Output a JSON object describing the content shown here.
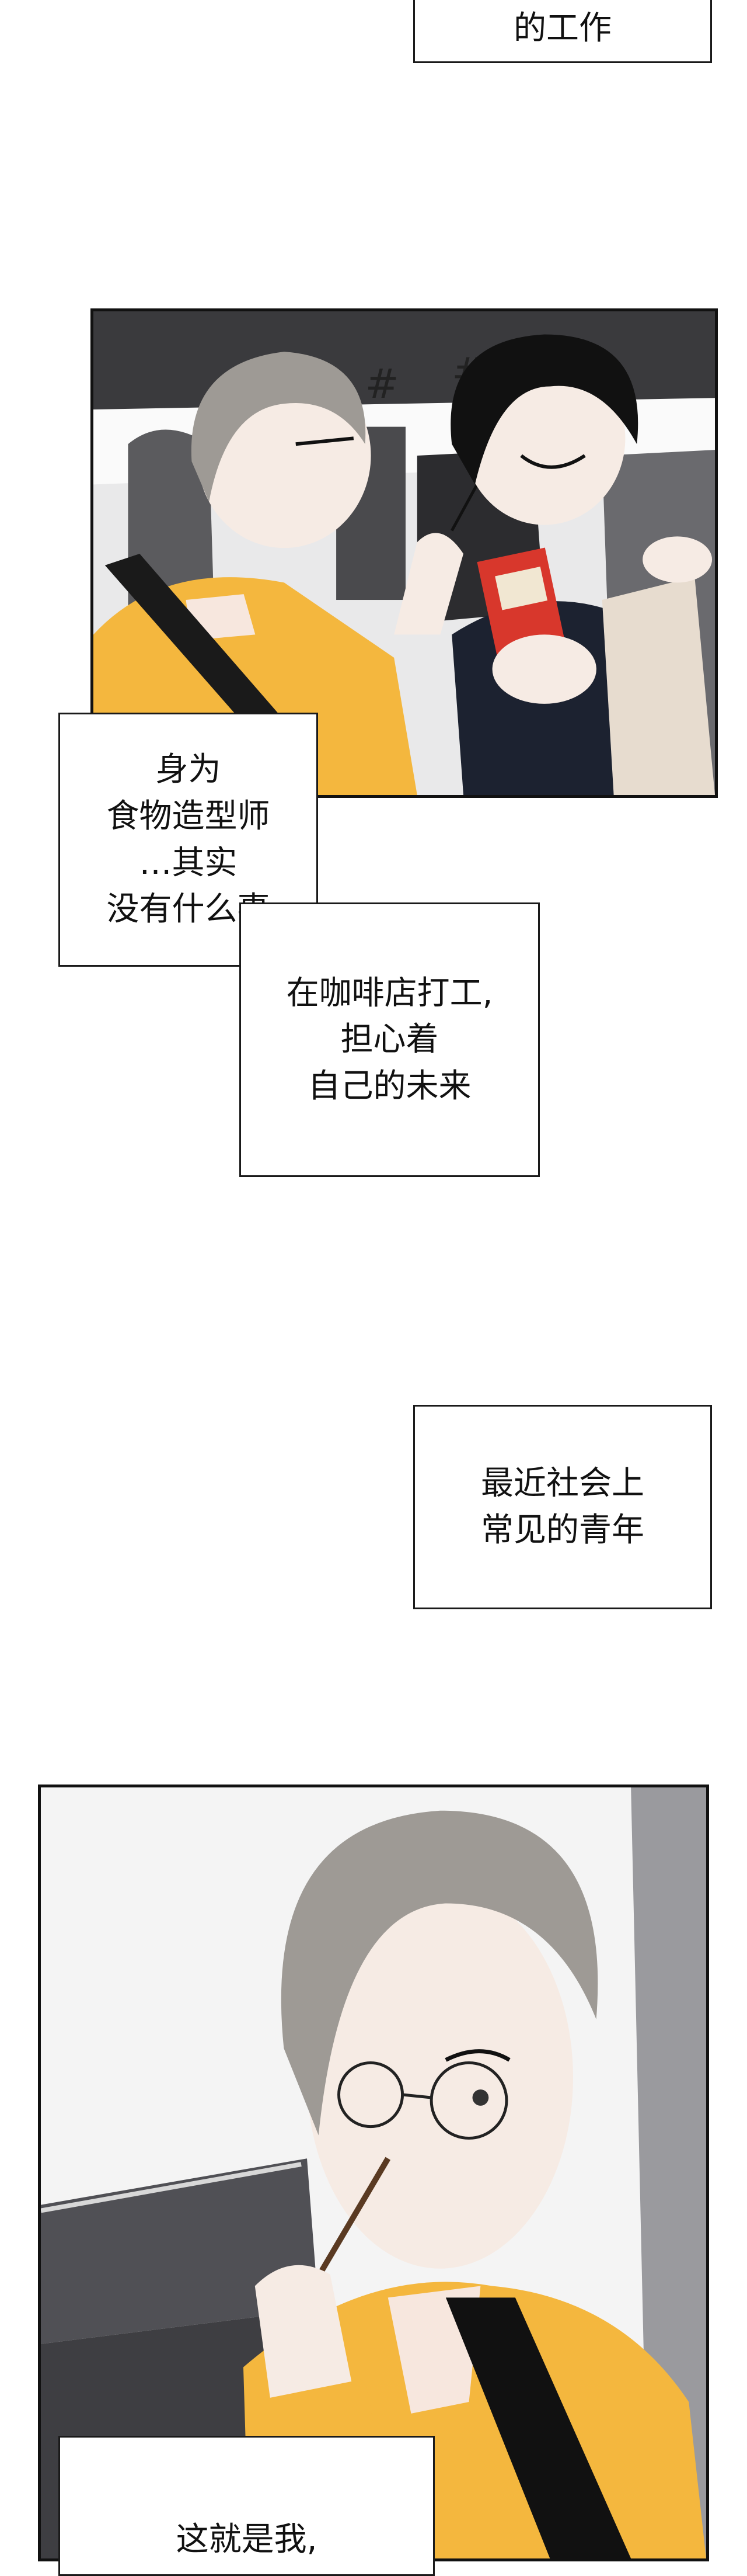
{
  "captions": {
    "top": {
      "lines": [
        "的工作"
      ]
    },
    "panel1_a": {
      "lines": [
        "身为",
        "食物造型师",
        "…其实",
        "没有什么事"
      ]
    },
    "panel1_b": {
      "lines": [
        "在咖啡店打工,",
        "担心着",
        "自己的未来"
      ]
    },
    "middle": {
      "lines": [
        "最近社会上",
        "常见的青年"
      ]
    },
    "bottom": {
      "lines": [
        "这就是我,"
      ]
    }
  },
  "panels": {
    "car_scene": {
      "description_icon": "car-interior-two-characters"
    },
    "closeup_scene": {
      "description_icon": "character-eating-snack-stick"
    }
  },
  "colors": {
    "sweater_yellow": "#f4b73e",
    "line_black": "#111111",
    "interior_gray": "#5b5b5e"
  }
}
